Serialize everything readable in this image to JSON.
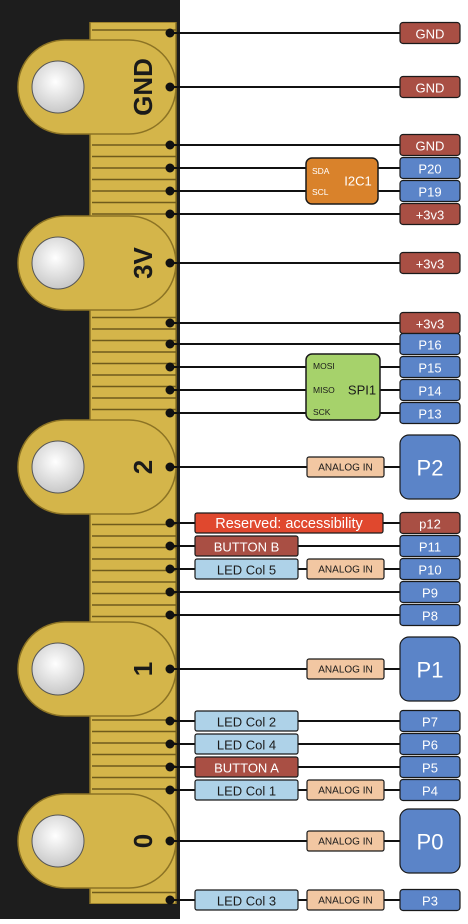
{
  "pads": [
    {
      "label": "GND"
    },
    {
      "label": "3V"
    },
    {
      "label": "2"
    },
    {
      "label": "1"
    },
    {
      "label": "0"
    }
  ],
  "pins": [
    {
      "label": "GND",
      "color": "#a94f44"
    },
    {
      "label": "GND",
      "color": "#a94f44"
    },
    {
      "label": "GND",
      "color": "#a94f44"
    },
    {
      "label": "P20",
      "color": "#5b84c8"
    },
    {
      "label": "P19",
      "color": "#5b84c8"
    },
    {
      "label": "+3v3",
      "color": "#a94f44"
    },
    {
      "label": "+3v3",
      "color": "#a94f44"
    },
    {
      "label": "+3v3",
      "color": "#a94f44"
    },
    {
      "label": "P16",
      "color": "#5b84c8"
    },
    {
      "label": "P15",
      "color": "#5b84c8"
    },
    {
      "label": "P14",
      "color": "#5b84c8"
    },
    {
      "label": "P13",
      "color": "#5b84c8"
    },
    {
      "label": "P2",
      "color": "#5b84c8"
    },
    {
      "label": "p12",
      "color": "#a94f44"
    },
    {
      "label": "P11",
      "color": "#5b84c8"
    },
    {
      "label": "P10",
      "color": "#5b84c8"
    },
    {
      "label": "P9",
      "color": "#5b84c8"
    },
    {
      "label": "P8",
      "color": "#5b84c8"
    },
    {
      "label": "P1",
      "color": "#5b84c8"
    },
    {
      "label": "P7",
      "color": "#5b84c8"
    },
    {
      "label": "P6",
      "color": "#5b84c8"
    },
    {
      "label": "P5",
      "color": "#5b84c8"
    },
    {
      "label": "P4",
      "color": "#5b84c8"
    },
    {
      "label": "P0",
      "color": "#5b84c8"
    },
    {
      "label": "P3",
      "color": "#5b84c8"
    }
  ],
  "functions": [
    {
      "label": "Reserved: accessibility",
      "color": "#e0482e"
    },
    {
      "label": "BUTTON B",
      "color": "#a94f44"
    },
    {
      "label": "LED Col 5",
      "color": "#aed2e8"
    },
    {
      "label": "LED Col 2",
      "color": "#aed2e8"
    },
    {
      "label": "LED Col 4",
      "color": "#aed2e8"
    },
    {
      "label": "BUTTON A",
      "color": "#a94f44"
    },
    {
      "label": "LED Col 1",
      "color": "#aed2e8"
    },
    {
      "label": "LED Col 3",
      "color": "#aed2e8"
    }
  ],
  "analog": [
    {
      "label": "ANALOG IN"
    },
    {
      "label": "ANALOG IN"
    },
    {
      "label": "ANALOG IN"
    },
    {
      "label": "ANALOG IN"
    },
    {
      "label": "ANALOG IN"
    },
    {
      "label": "ANALOG IN"
    }
  ],
  "i2c": {
    "title": "I2C1",
    "sda": "SDA",
    "scl": "SCL",
    "color": "#d9822b"
  },
  "spi": {
    "title": "SPI1",
    "mosi": "MOSI",
    "miso": "MISO",
    "sck": "SCK",
    "color": "#a6d26b"
  },
  "colors": {
    "board": "#1d1d1d",
    "gold": "#d4b54a",
    "gold_dark": "#8c7324",
    "analog": "#f2c7a2"
  }
}
